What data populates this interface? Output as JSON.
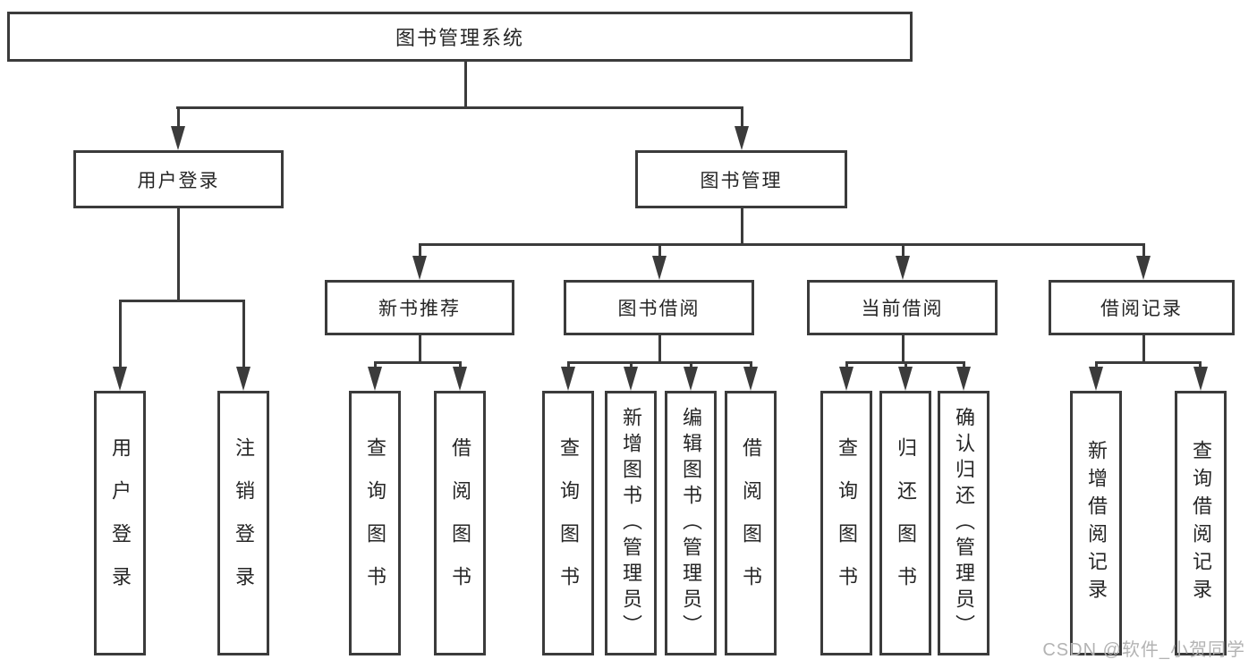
{
  "chart": {
    "root": "图书管理系统",
    "level2": [
      "用户登录",
      "图书管理"
    ],
    "level3": [
      "新书推荐",
      "图书借阅",
      "当前借阅",
      "借阅记录"
    ],
    "leaves_user_login": [
      "用户登录",
      "注销登录"
    ],
    "leaves_new_books": [
      "查询图书",
      "借阅图书"
    ],
    "leaves_book_borrowing": [
      "查询图书",
      "新增图书（管理员）",
      "编辑图书（管理员）",
      "借阅图书"
    ],
    "leaves_current_borrowing": [
      "查询图书",
      "归还图书",
      "确认归还（管理员）"
    ],
    "leaves_borrow_records": [
      "新增借阅记录",
      "查询借阅记录"
    ]
  },
  "watermark": "CSDN @软件_小贺同学",
  "colors": {
    "line": "#3b3b3b",
    "text": "#262626",
    "watermark": "#b3b3b3",
    "background": "#ffffff"
  }
}
